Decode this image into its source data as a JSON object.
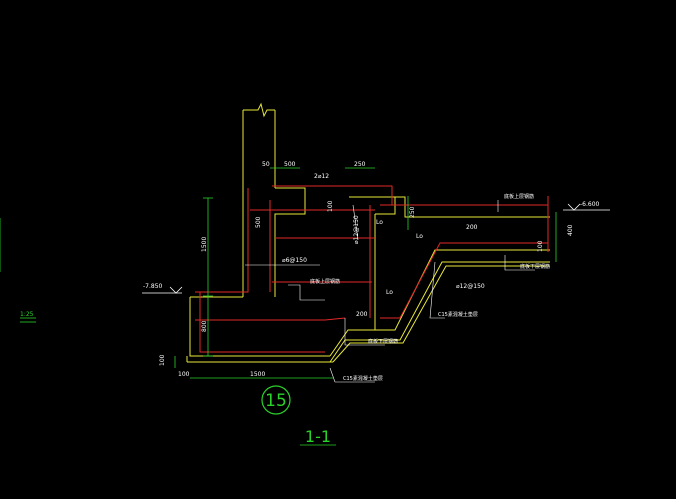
{
  "drawing": {
    "section_title": "1-1",
    "detail_number": "15",
    "scale": "1:25",
    "colors": {
      "background": "#000000",
      "concrete_outline": "#e8e83a",
      "rebar": "#e02828",
      "annotation": "#ffffff",
      "dimension": "#2bd12b"
    },
    "elevations": {
      "left": "-7.850",
      "right": "-6.600"
    },
    "dims": {
      "d50": "50",
      "d500_top": "500",
      "d250_top": "250",
      "d500_side": "500",
      "d1500_vert": "1500",
      "d800_vert": "800",
      "d100_vert": "100",
      "d100_base": "100",
      "d1500_base": "1500",
      "d100_mid": "100",
      "d250_right": "250",
      "d200_right": "200",
      "d200_bottom": "200",
      "d400_right": "400",
      "d100_right": "100",
      "lap_lo_1": "Lo",
      "lap_lo_2": "Lo",
      "lap_lo_3": "Lo"
    },
    "rebar_labels": {
      "r1": "2⌀12",
      "r2": "⌀6@150",
      "r3": "⌀12@150",
      "r4": "⌀12@150"
    },
    "notes": {
      "n1": "底板上层钢筋",
      "n2": "底板上层钢筋",
      "n3": "底板下层钢筋",
      "n4": "底板下层钢筋",
      "n5": "C15素混凝土垫层",
      "n6": "C15素混凝土垫层"
    }
  }
}
